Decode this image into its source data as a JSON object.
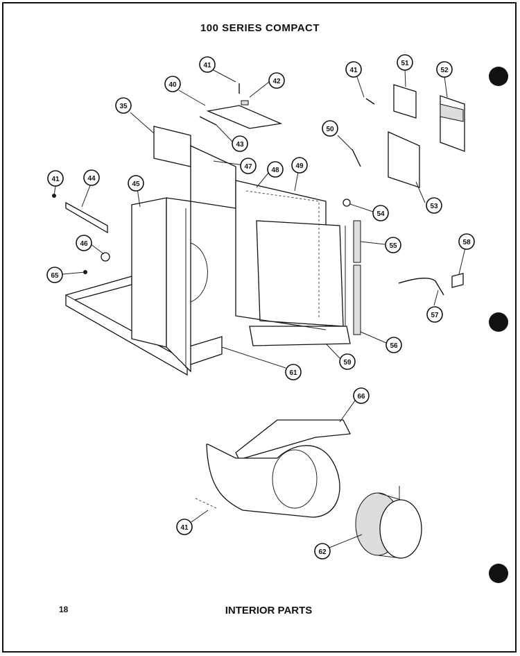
{
  "header": {
    "title": "100 SERIES COMPACT"
  },
  "footer": {
    "page_number": "18",
    "section_title": "INTERIOR PARTS"
  },
  "callouts": [
    "35",
    "40",
    "41",
    "42",
    "43",
    "44",
    "45",
    "46",
    "47",
    "48",
    "49",
    "50",
    "51",
    "52",
    "53",
    "54",
    "55",
    "56",
    "57",
    "58",
    "59",
    "61",
    "62",
    "65",
    "66"
  ],
  "markers": {
    "color": "#111111"
  }
}
